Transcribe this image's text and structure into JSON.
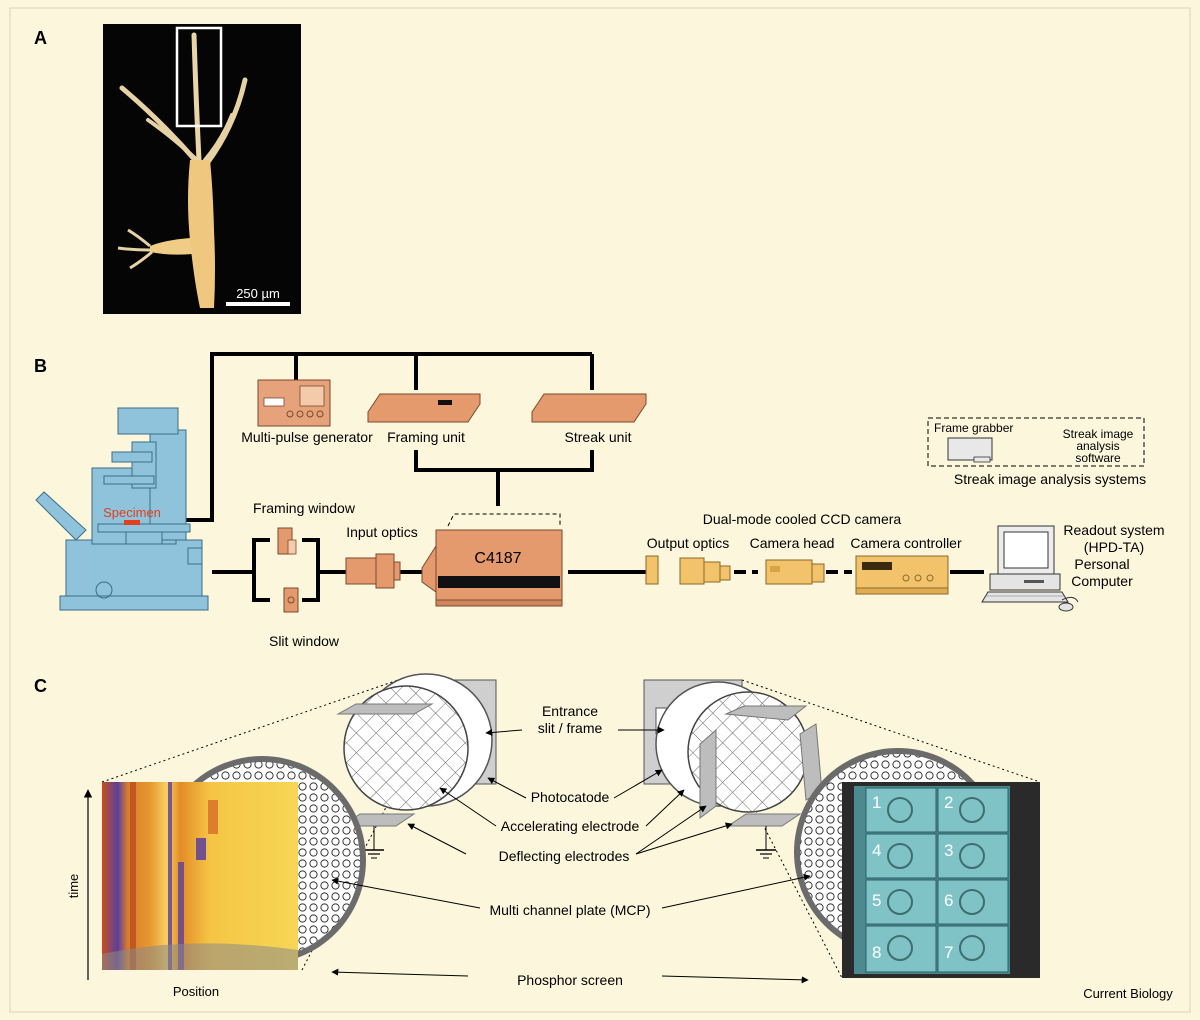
{
  "panels": {
    "a": "A",
    "b": "B",
    "c": "C"
  },
  "panel_a": {
    "scale_bar": "250 µm"
  },
  "panel_b": {
    "specimen": "Specimen",
    "multi_pulse_generator": "Multi-pulse generator",
    "framing_unit": "Framing unit",
    "streak_unit": "Streak unit",
    "framing_window": "Framing window",
    "slit_window": "Slit window",
    "input_optics": "Input optics",
    "camera_model": "C4187",
    "dual_mode_camera": "Dual-mode cooled CCD camera",
    "output_optics": "Output optics",
    "camera_head": "Camera head",
    "camera_controller": "Camera controller",
    "readout_line1": "Readout system",
    "readout_line2": "(HPD-TA)",
    "readout_line3": "Personal",
    "readout_line4": "Computer",
    "frame_grabber": "Frame grabber",
    "software_line1": "Streak image",
    "software_line2": "analysis",
    "software_line3": "software",
    "analysis_systems": "Streak image analysis systems"
  },
  "panel_c": {
    "entrance_line1": "Entrance",
    "entrance_line2": "slit / frame",
    "photocatode": "Photocatode",
    "accelerating_electrode": "Accelerating electrode",
    "deflecting_electrodes": "Deflecting electrodes",
    "mcp": "Multi channel plate (MCP)",
    "phosphor_screen": "Phosphor screen",
    "time_axis": "time",
    "position_axis": "Position",
    "frame_numbers": [
      "1",
      "2",
      "4",
      "3",
      "5",
      "6",
      "8",
      "7"
    ]
  },
  "footer": {
    "journal": "Current Biology"
  },
  "colors": {
    "background": "#fbf6dc",
    "device_orange": "#e59a6e",
    "microscope_blue": "#8fc3dc",
    "ccd_yellow": "#f2c36a",
    "specimen_red": "#e0401c"
  }
}
